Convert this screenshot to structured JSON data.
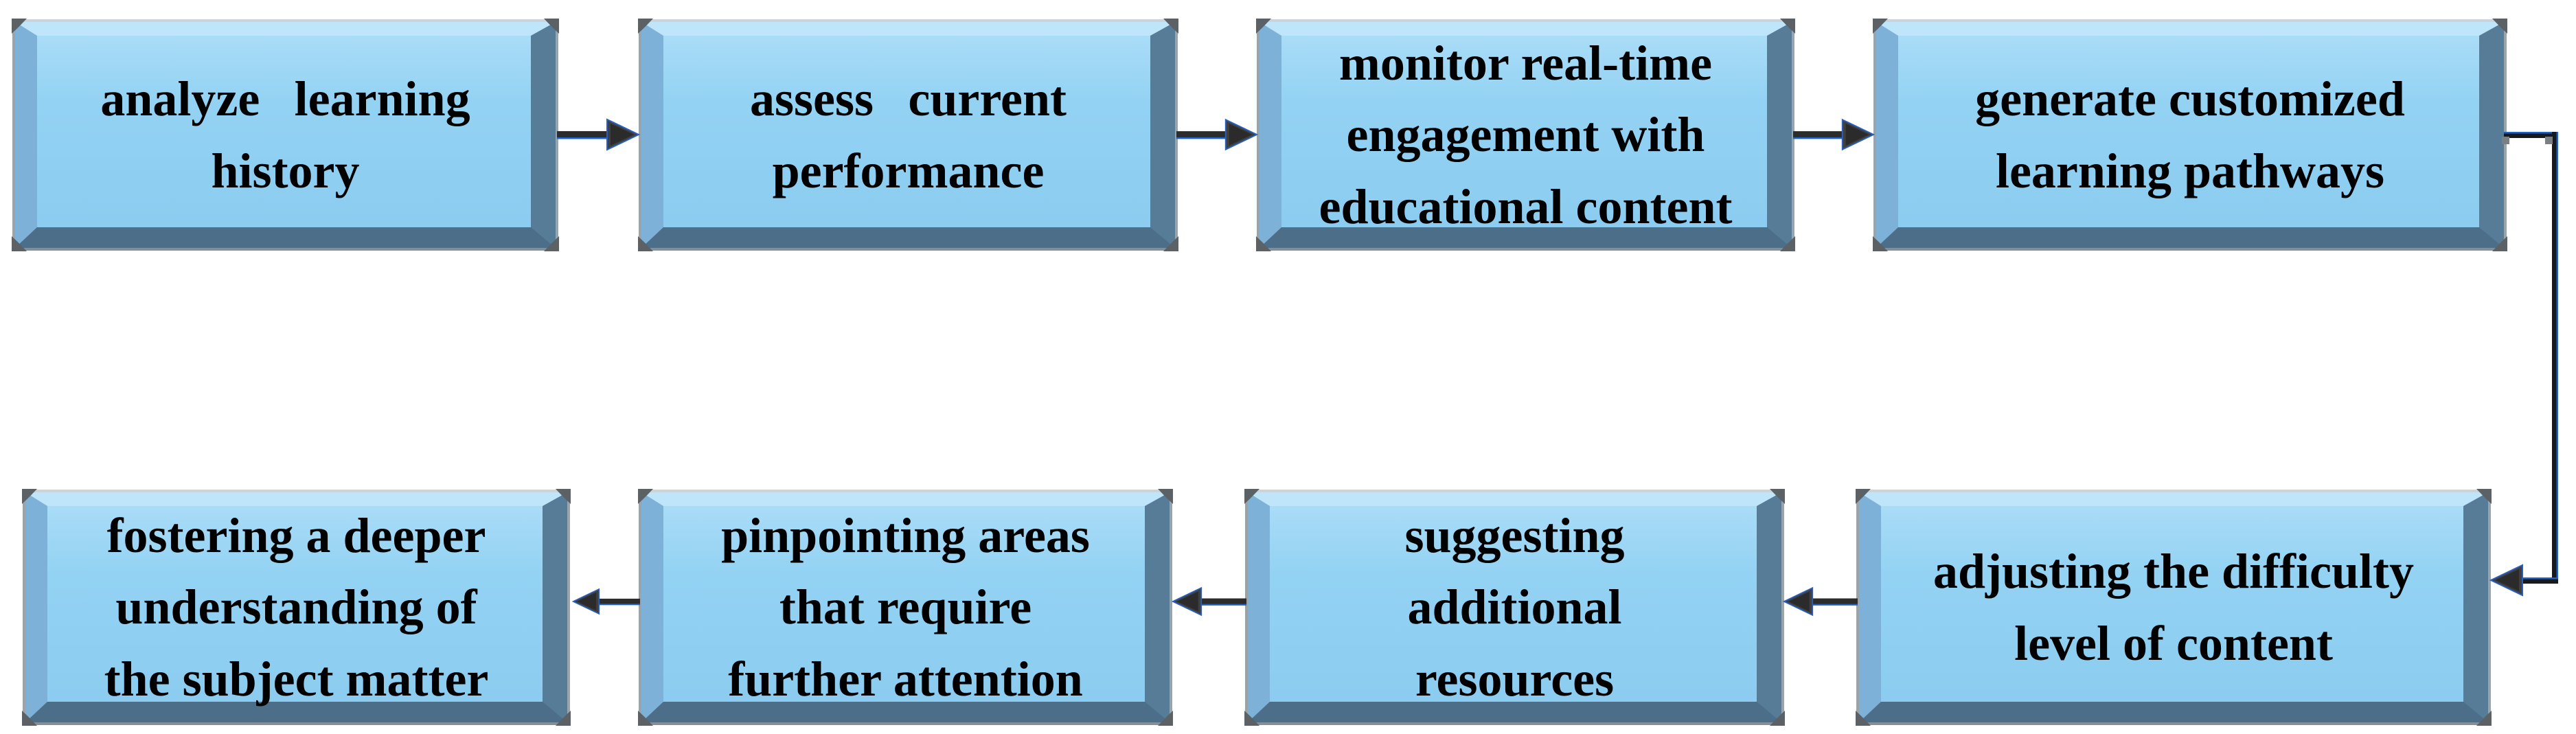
{
  "diagram": {
    "type": "flowchart",
    "background": "#ffffff",
    "steps": [
      {
        "id": 1,
        "label": "analyze learning\nhistory"
      },
      {
        "id": 2,
        "label": "assess current\nperformance"
      },
      {
        "id": 3,
        "label": "monitor real-time\nengagement with\neducational content"
      },
      {
        "id": 4,
        "label": "generate customized\nlearning pathways"
      },
      {
        "id": 5,
        "label": "adjusting the difficulty\nlevel of content"
      },
      {
        "id": 6,
        "label": "suggesting\nadditional\nresources"
      },
      {
        "id": 7,
        "label": "pinpointing areas\nthat require\nfurther attention"
      },
      {
        "id": 8,
        "label": "fostering a deeper\nunderstanding of\nthe subject matter"
      }
    ],
    "edges": [
      {
        "from": 1,
        "to": 2,
        "direction": "right"
      },
      {
        "from": 2,
        "to": 3,
        "direction": "right"
      },
      {
        "from": 3,
        "to": 4,
        "direction": "right"
      },
      {
        "from": 4,
        "to": 5,
        "direction": "elbow-right-down-left"
      },
      {
        "from": 5,
        "to": 6,
        "direction": "left"
      },
      {
        "from": 6,
        "to": 7,
        "direction": "left"
      },
      {
        "from": 7,
        "to": 8,
        "direction": "left"
      }
    ],
    "colors": {
      "box_fill": "#93d2f3",
      "box_fill_light": "#a9dcf7",
      "bevel_top": "#bfe5fa",
      "bevel_left": "#7db1d7",
      "bevel_right": "#567c97",
      "bevel_bottom": "#4d6e88",
      "frame_gray": "#9aa4ab",
      "handle_gray": "#5c6165",
      "arrow_dark": "#333333",
      "arrow_blue_accent": "#1e62c8",
      "text": "#000000"
    }
  }
}
